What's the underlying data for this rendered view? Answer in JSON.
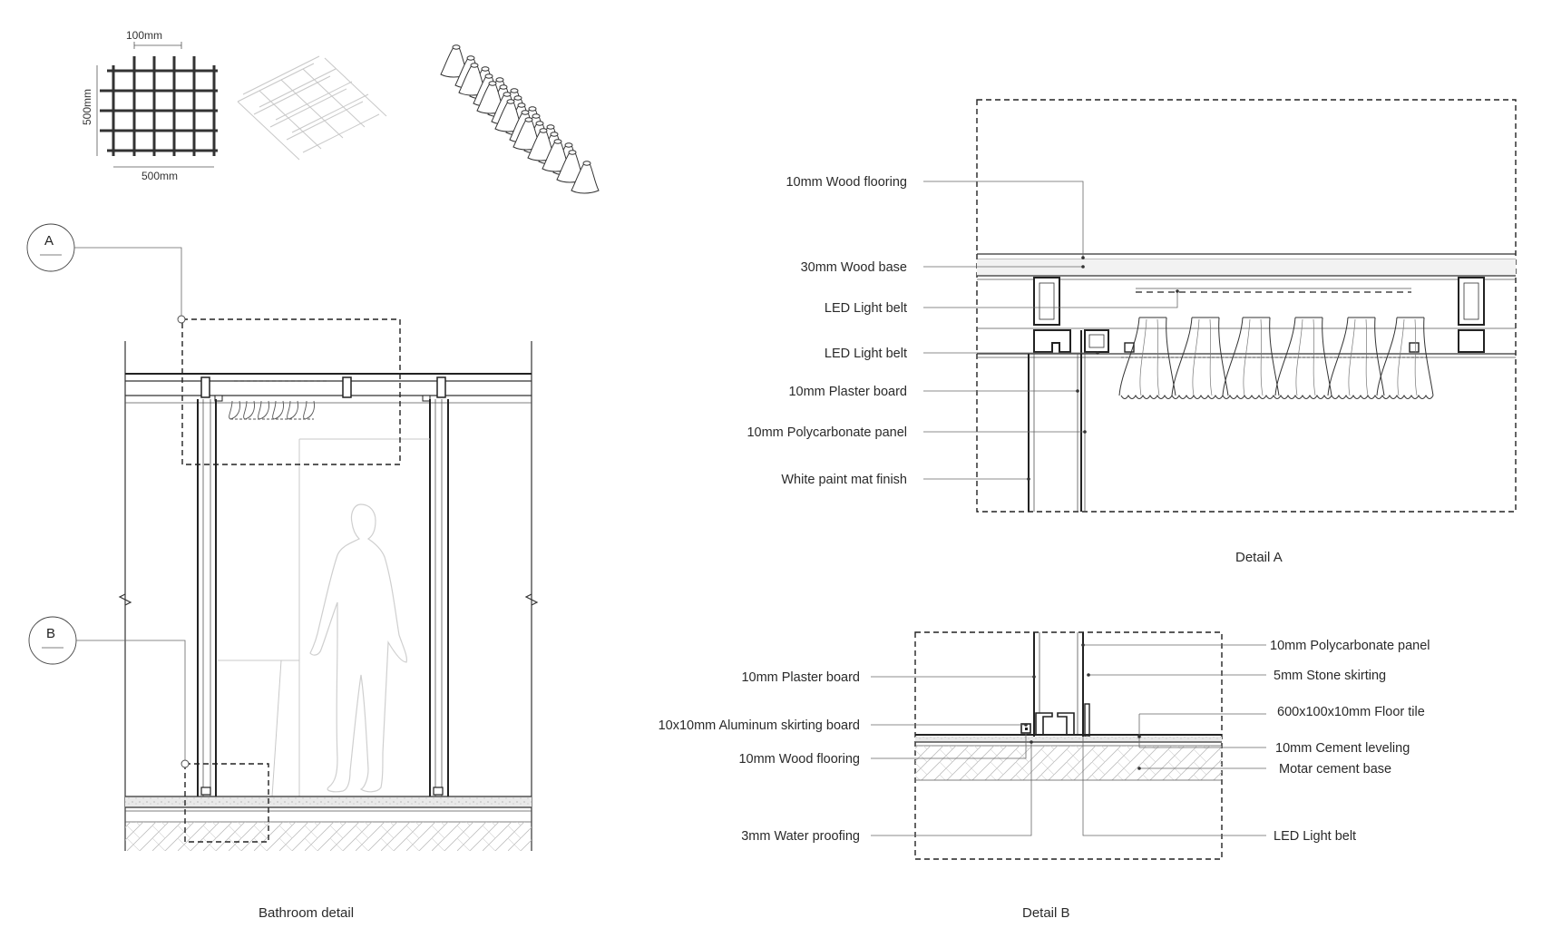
{
  "grid_module": {
    "dim_top": "100mm",
    "dim_side": "500mm",
    "dim_bottom": "500mm"
  },
  "bathroom": {
    "caption": "Bathroom detail",
    "marker_a": "A",
    "marker_b": "B"
  },
  "detail_a": {
    "caption": "Detail A",
    "labels": [
      "10mm Wood flooring",
      "30mm Wood base",
      "LED Light belt",
      "LED Light belt",
      "10mm Plaster board",
      "10mm Polycarbonate panel",
      "White paint mat finish"
    ]
  },
  "detail_b": {
    "caption": "Detail B",
    "left_labels": [
      "10mm Plaster board",
      "10x10mm Aluminum skirting board",
      "10mm Wood flooring",
      "3mm Water proofing"
    ],
    "right_labels": [
      "10mm Polycarbonate panel",
      "5mm Stone skirting",
      "600x100x10mm Floor tile",
      "10mm Cement leveling",
      "Motar cement base",
      "LED Light belt"
    ]
  }
}
